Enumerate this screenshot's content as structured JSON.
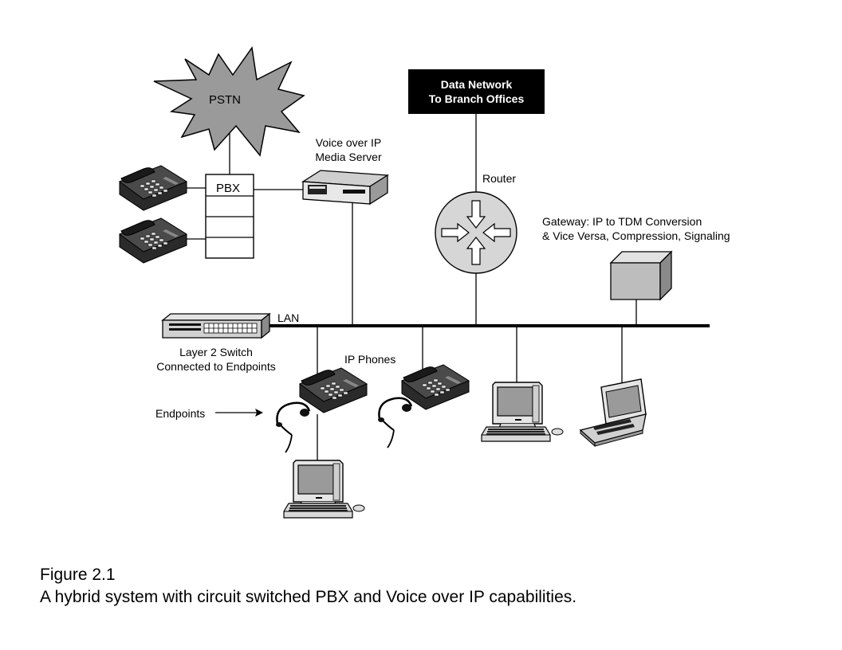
{
  "labels": {
    "pstn": "PSTN",
    "pbx": "PBX",
    "data_network_line1": "Data Network",
    "data_network_line2": "To Branch Offices",
    "voip_server_line1": "Voice over IP",
    "voip_server_line2": "Media Server",
    "router": "Router",
    "gateway_line1": "Gateway: IP to TDM Conversion",
    "gateway_line2": "& Vice Versa, Compression, Signaling",
    "lan": "LAN",
    "switch_line1": "Layer 2 Switch",
    "switch_line2": "Connected to Endpoints",
    "ip_phones": "IP Phones",
    "endpoints": "Endpoints"
  },
  "caption": {
    "line1": "Figure 2.1",
    "line2": "A hybrid system with circuit switched PBX and Voice over IP capabilities."
  }
}
